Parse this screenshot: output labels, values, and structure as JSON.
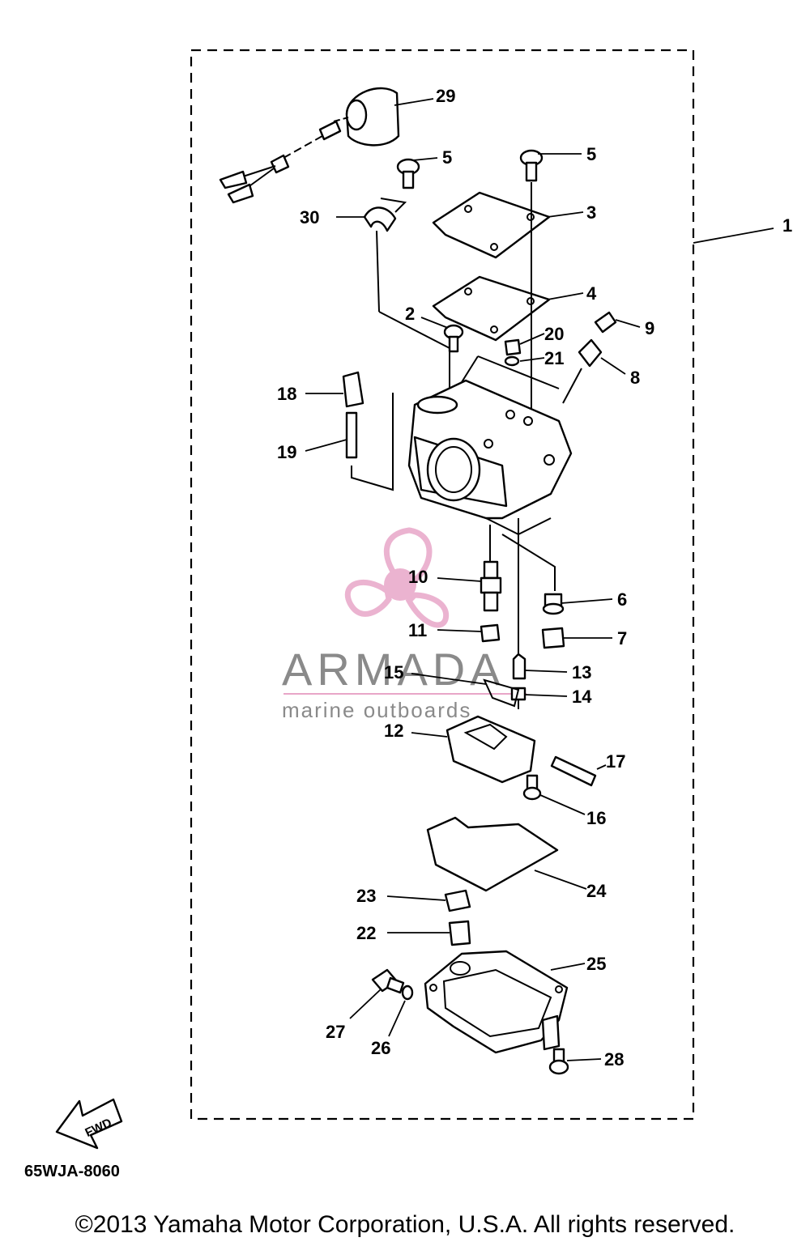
{
  "callouts": [
    "1",
    "2",
    "3",
    "4",
    "5",
    "5",
    "6",
    "7",
    "8",
    "9",
    "10",
    "11",
    "12",
    "13",
    "14",
    "15",
    "16",
    "17",
    "18",
    "19",
    "20",
    "21",
    "22",
    "23",
    "24",
    "25",
    "26",
    "27",
    "28",
    "29",
    "30"
  ],
  "fwd_label": "FWD",
  "diagram_code": "65WJA-8060",
  "copyright": "©2013 Yamaha Motor Corporation, U.S.A. All rights reserved.",
  "watermark": {
    "brand": "ARMADA",
    "tagline": "marine outboards",
    "color": "#e8a6c8",
    "text_color": "#8a8a8a"
  },
  "icons": {
    "logo": "propeller-icon",
    "direction": "fwd-arrow-icon"
  }
}
